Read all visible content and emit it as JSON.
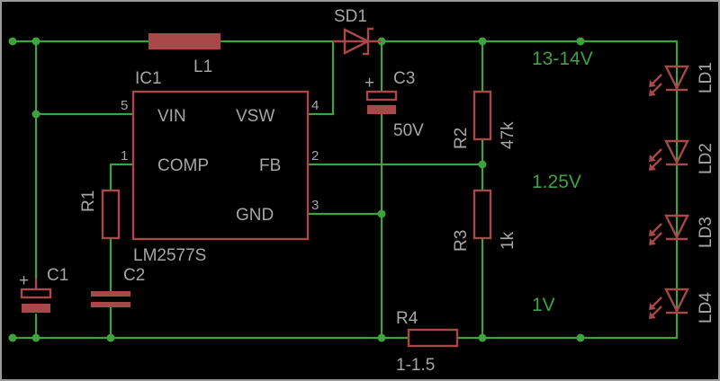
{
  "colors": {
    "wire": "#3ea23e",
    "part": "#a84848",
    "text": "#a6a6a6",
    "background": "#000000"
  },
  "ic": {
    "name": "IC1",
    "value": "LM2577S",
    "pins": {
      "vin": "VIN",
      "vsw": "VSW",
      "comp": "COMP",
      "fb": "FB",
      "gnd": "GND"
    },
    "pin_numbers": {
      "vin": "5",
      "vsw": "4",
      "comp": "1",
      "fb": "2",
      "gnd": "3"
    }
  },
  "components": {
    "l1": "L1",
    "sd1": "SD1",
    "c1": "C1",
    "c2": "C2",
    "c3": "C3",
    "c3_value": "50V",
    "r1": "R1",
    "r2": "R2",
    "r2_value": "47k",
    "r3": "R3",
    "r3_value": "1k",
    "r4": "R4",
    "r4_value": "1-1.5",
    "ld1": "LD1",
    "ld2": "LD2",
    "ld3": "LD3",
    "ld4": "LD4"
  },
  "voltages": {
    "top": "13-14V",
    "fb": "1.25V",
    "bottom": "1V"
  },
  "polarity": "+"
}
